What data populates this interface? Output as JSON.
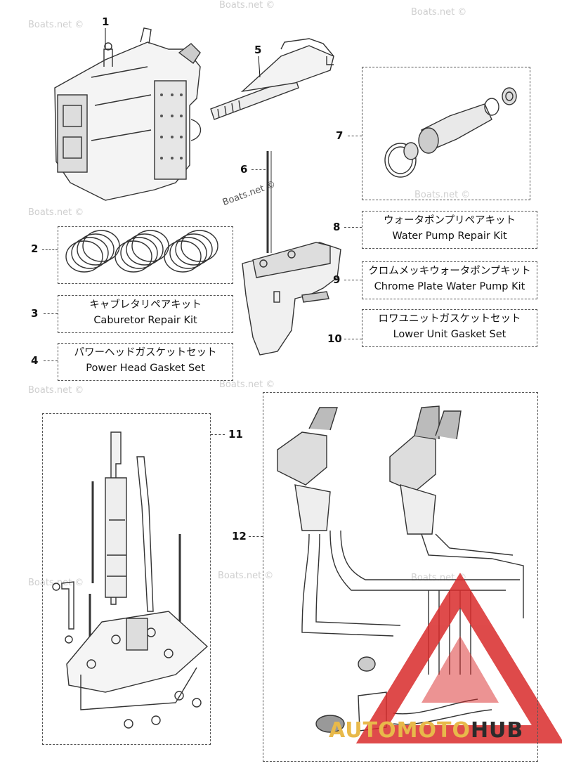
{
  "watermark": "Boats.net ©",
  "parts": {
    "p1": "1",
    "p2": "2",
    "p3": "3",
    "p4": "4",
    "p5": "5",
    "p6": "6",
    "p7": "7",
    "p8": "8",
    "p9": "9",
    "p10": "10",
    "p11": "11",
    "p12": "12"
  },
  "kits": {
    "k3": {
      "jp": "キャブレタリペアキット",
      "en": "Caburetor Repair Kit"
    },
    "k4": {
      "jp": "パワーヘッドガスケットセット",
      "en": "Power Head Gasket Set"
    },
    "k8": {
      "jp": "ウォータポンプリペアキット",
      "en": "Water Pump Repair Kit"
    },
    "k9": {
      "jp": "クロムメッキウォータポンプキット",
      "en": "Chrome Plate Water Pump Kit"
    },
    "k10": {
      "jp": "ロワユニットガスケットセット",
      "en": "Lower Unit Gasket Set"
    }
  },
  "logo": {
    "part1": "AUTOMOTO",
    "part2": "HUB"
  },
  "colors": {
    "line": "#333333",
    "logo_red": "#d92b2b",
    "logo_gold": "#e8b94a"
  }
}
